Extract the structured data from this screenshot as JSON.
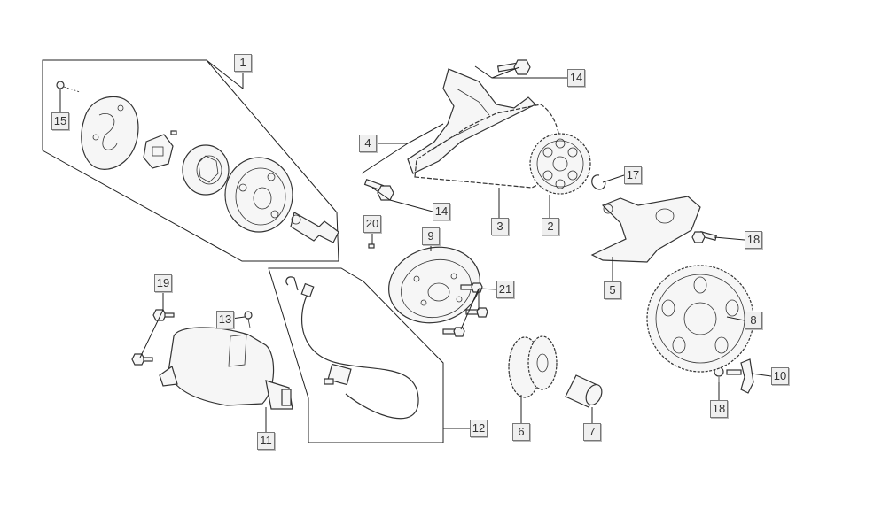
{
  "diagram": {
    "callouts": [
      {
        "id": "1",
        "label": "1"
      },
      {
        "id": "2",
        "label": "2"
      },
      {
        "id": "3",
        "label": "3"
      },
      {
        "id": "4",
        "label": "4"
      },
      {
        "id": "5",
        "label": "5"
      },
      {
        "id": "6",
        "label": "6"
      },
      {
        "id": "7",
        "label": "7"
      },
      {
        "id": "8",
        "label": "8"
      },
      {
        "id": "9",
        "label": "9"
      },
      {
        "id": "10",
        "label": "10"
      },
      {
        "id": "11",
        "label": "11"
      },
      {
        "id": "12",
        "label": "12"
      },
      {
        "id": "13",
        "label": "13"
      },
      {
        "id": "14a",
        "label": "14"
      },
      {
        "id": "14b",
        "label": "14"
      },
      {
        "id": "15",
        "label": "15"
      },
      {
        "id": "17",
        "label": "17"
      },
      {
        "id": "18a",
        "label": "18"
      },
      {
        "id": "18b",
        "label": "18"
      },
      {
        "id": "19",
        "label": "19"
      },
      {
        "id": "20",
        "label": "20"
      },
      {
        "id": "21",
        "label": "21"
      }
    ]
  }
}
